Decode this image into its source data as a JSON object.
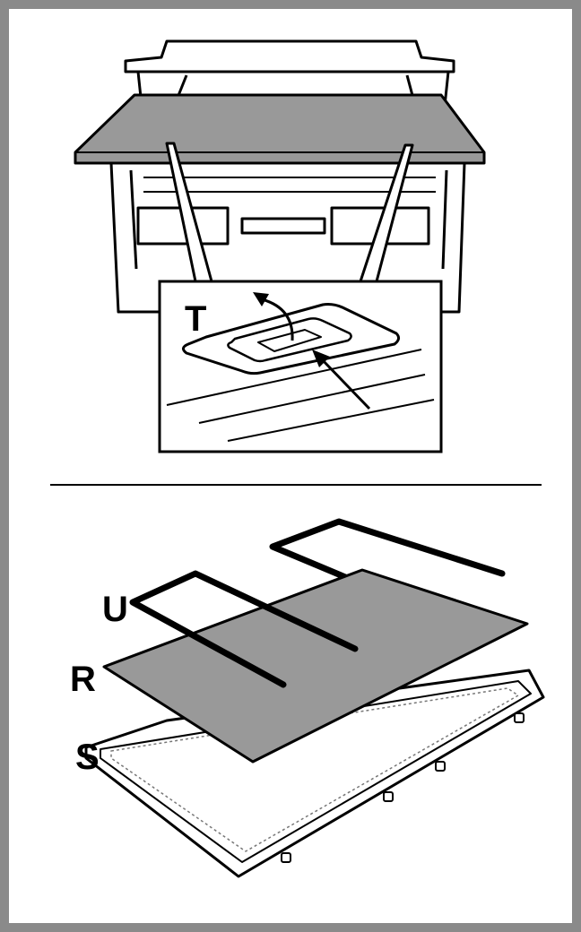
{
  "labels": {
    "t": "T",
    "u": "U",
    "r": "R",
    "s": "S"
  },
  "colors": {
    "frame": "#8a8a8a",
    "panel": "#999999",
    "ink": "#000000",
    "paper": "#ffffff"
  }
}
